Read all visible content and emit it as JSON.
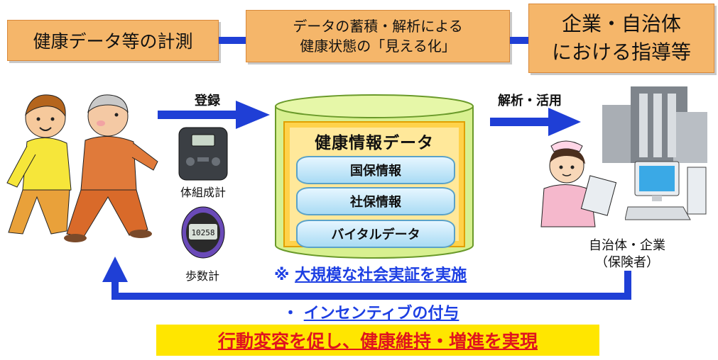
{
  "stages": [
    {
      "id": "measure",
      "label": "健康データ等の計測"
    },
    {
      "id": "visualize",
      "line1": "データの蓄積・解析による",
      "line2": "健康状態の「見える化」"
    },
    {
      "id": "guidance",
      "line1": "企業・自治体",
      "line2": "における指導等"
    }
  ],
  "arrows": {
    "register": "登録",
    "analyze": "解析・活用"
  },
  "devices": {
    "body_composition": "体組成計",
    "pedometer": "歩数計"
  },
  "database": {
    "title": "健康情報データ",
    "items": [
      "国保情報",
      "社保情報",
      "バイタルデータ"
    ]
  },
  "insurer": {
    "line1": "自治体・企業",
    "line2": "（保険者）"
  },
  "notes": {
    "demonstration_mark": "※",
    "demonstration": "大規模な社会実証を実施",
    "incentive_bullet": "・",
    "incentive": "インセンティブの付与"
  },
  "result_banner": "行動変容を促し、健康維持・増進を実現",
  "colors": {
    "stage_fill": "#f5b66a",
    "arrow_blue": "#1f3fd6",
    "db_fill": "#d8f090",
    "banner_fill": "#ffe600",
    "link_blue": "#1d3fe3",
    "banner_text": "#e0141e"
  },
  "icons": {
    "walkers": "walking-couple-illustration",
    "scale": "body-composition-scale-icon",
    "pedometer": "pedometer-icon",
    "nurse": "nurse-illustration",
    "building": "office-building-icon",
    "computer": "desktop-computer-icon"
  }
}
